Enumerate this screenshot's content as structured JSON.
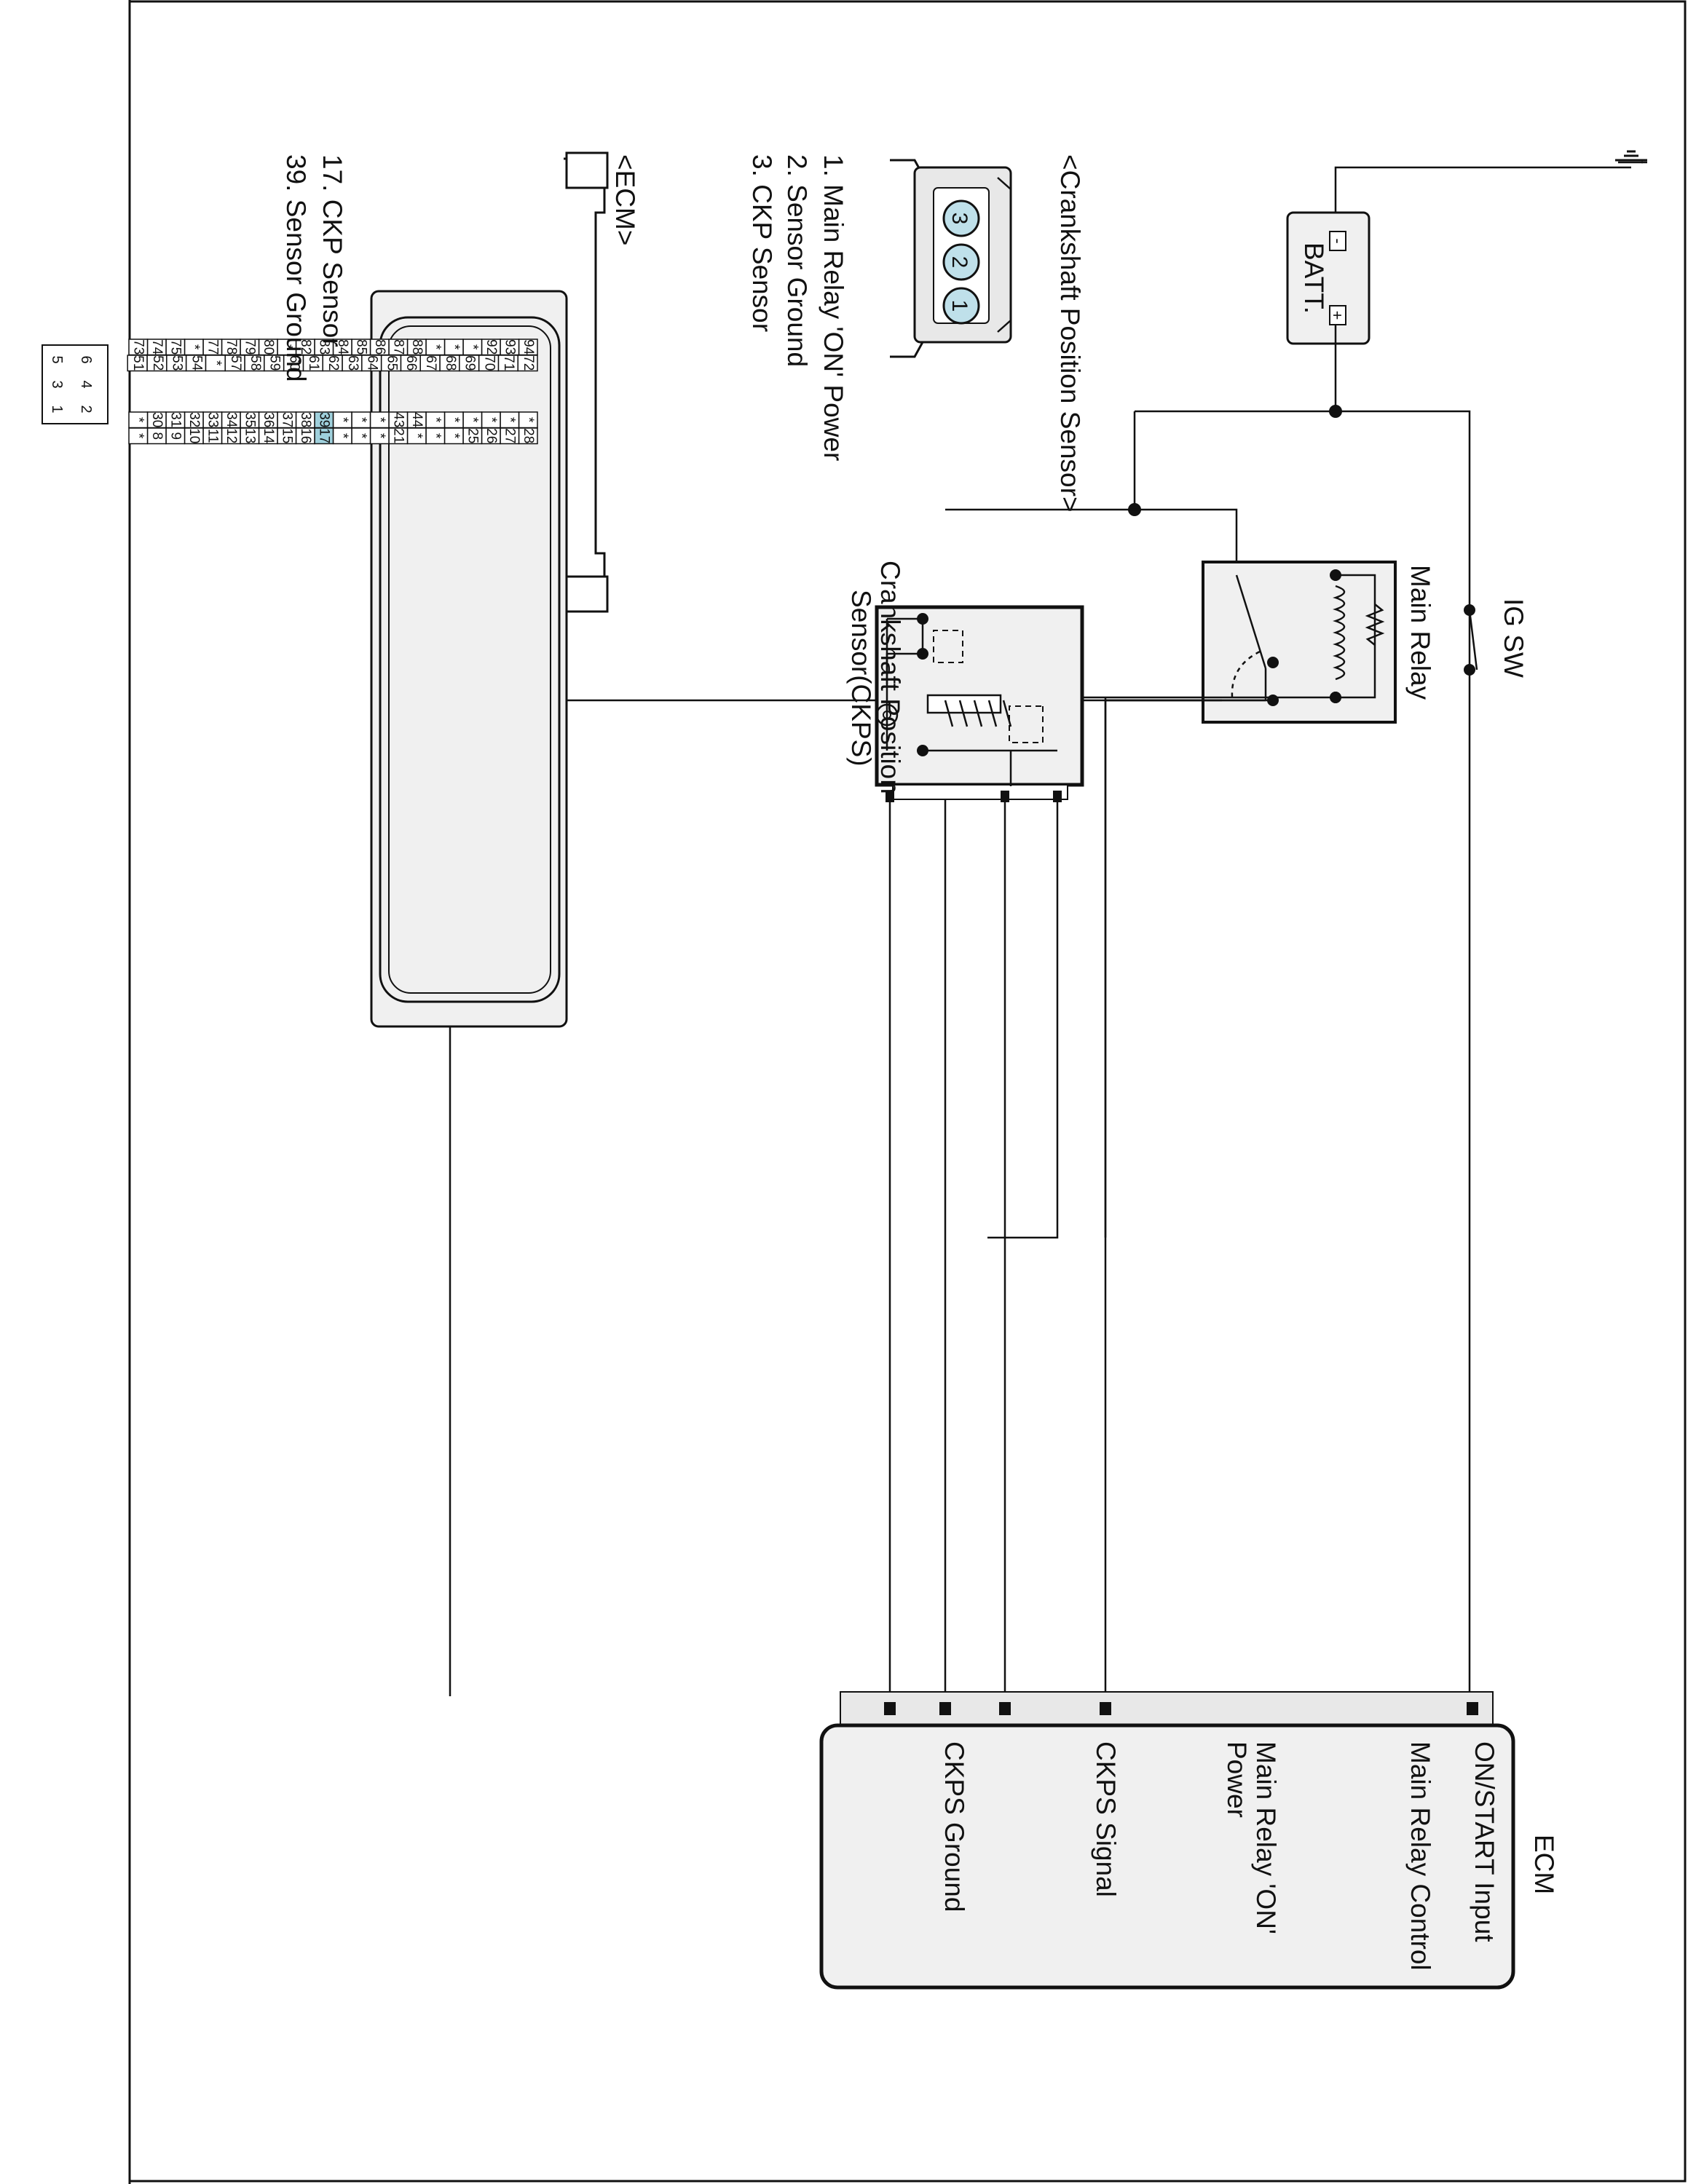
{
  "labels": {
    "ig_sw": "IG SW",
    "main_relay": "Main Relay",
    "batt": "BATT.",
    "batt_minus": "-",
    "batt_plus": "+",
    "ckps_line1": "Crankshaft Position",
    "ckps_line2": "Sensor(CKPS)",
    "ecm_title": "ECM"
  },
  "ecm_pins": [
    "ON/START Input",
    "Main Relay Control",
    "Main Relay 'ON'",
    "Power",
    "CKPS Signal",
    "CKPS Ground"
  ],
  "sensor_connector": {
    "title": "<Crankshaft Position Sensor>",
    "pins": [
      "3",
      "2",
      "1"
    ],
    "descriptions": [
      "1. Main Relay 'ON' Power",
      "2. Sensor Ground",
      "3. CKP Sensor"
    ]
  },
  "ecm_connector": {
    "title": "<ECM>",
    "descriptions": [
      "17. CKP Sensor",
      "39. Sensor Ground"
    ],
    "rows": [
      [
        "94",
        "93",
        "92",
        "*",
        "*",
        "*",
        "88",
        "87",
        "86",
        "85",
        "84",
        "83",
        "82",
        "*",
        "80",
        "79",
        "78",
        "77",
        "*",
        "75",
        "74",
        "73"
      ],
      [
        "72",
        "71",
        "70",
        "69",
        "68",
        "67",
        "66",
        "65",
        "64",
        "63",
        "62",
        "61",
        "60",
        "59",
        "58",
        "57",
        "*",
        "54",
        "53",
        "52",
        "51"
      ],
      [
        "*",
        "*",
        "*",
        "*",
        "*",
        "*",
        "44",
        "43",
        "*",
        "*",
        "*",
        "39",
        "38",
        "37",
        "36",
        "35",
        "34",
        "33",
        "32",
        "31",
        "30",
        "*"
      ],
      [
        "28",
        "27",
        "26",
        "25",
        "*",
        "*",
        "*",
        "21",
        "*",
        "*",
        "*",
        "17",
        "16",
        "15",
        "14",
        "13",
        "12",
        "11",
        "10",
        "9",
        "8",
        "*"
      ]
    ],
    "small_block": [
      "6",
      "5",
      "4",
      "3",
      "2",
      "1"
    ],
    "highlight_color": "#9fd0dc"
  },
  "colors": {
    "ecm_fill": "#f0f0f0",
    "connector_fill": "#dfe8e8",
    "pin_fill": "#bfe0ea"
  }
}
